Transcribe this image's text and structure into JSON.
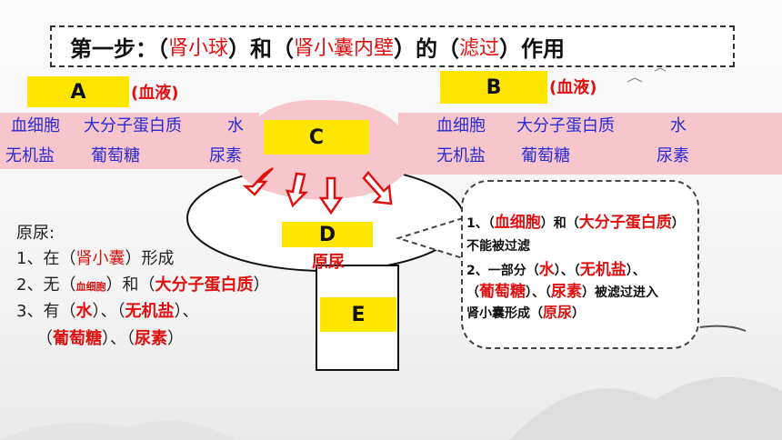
{
  "title": {
    "prefix": "第一步：（",
    "blank1": "肾小球",
    "mid1": "）和（",
    "blank2": "肾小囊内壁",
    "mid2": "）的（",
    "blank3": "滤过",
    "suffix": "）作用"
  },
  "left": {
    "tag": "A",
    "tag_note": "(血液)",
    "row1": [
      "血细胞",
      "大分子蛋白质",
      "水"
    ],
    "row2": [
      "无机盐",
      "葡萄糖",
      "尿素"
    ]
  },
  "right": {
    "tag": "B",
    "tag_note": "(血液)",
    "row1": [
      "血细胞",
      "大分子蛋白质",
      "水"
    ],
    "row2": [
      "无机盐",
      "葡萄糖",
      "尿素"
    ]
  },
  "labels": {
    "c": "C",
    "d": "D",
    "e": "E",
    "d_answer": "原尿"
  },
  "urine": {
    "heading": "原尿:",
    "l1_pre": "1、在（",
    "l1_ans": "肾小囊",
    "l1_post": "）形成",
    "l2_pre": "2、无（",
    "l2_ans1": "血细胞",
    "l2_mid": "）和（",
    "l2_ans2": "大分子蛋白质",
    "l2_post": "）",
    "l3_pre": "3、有（",
    "l3_ans1": "水",
    "l3_mid1": "）、（",
    "l3_ans2": "无机盐",
    "l3_post": "）、",
    "l4_pre": "（",
    "l4_ans1": "葡萄糖",
    "l4_mid": "）、（",
    "l4_ans2": "尿素",
    "l4_post": "）"
  },
  "bubble": {
    "l1_pre": "1、（",
    "l1_ans1": "血细胞",
    "l1_mid": "）和（",
    "l1_ans2": "大分子蛋白质",
    "l1_post": "）",
    "l2": "不能被过滤",
    "l3_pre": "2、一部分（",
    "l3_ans1": "水",
    "l3_mid": "）、（",
    "l3_ans2": "无机盐",
    "l3_post": "）、",
    "l4_pre": "（",
    "l4_ans1": "葡萄糖",
    "l4_mid": "）、（",
    "l4_ans2": "尿素",
    "l4_post": "）被滤过进入",
    "l5_pre": "肾小囊形成（",
    "l5_ans": "原尿",
    "l5_post": "）"
  },
  "colors": {
    "highlight": "#ffe600",
    "band": "#f7c6cc",
    "answer": "#e01010",
    "text_blue": "#2a2ad0"
  }
}
